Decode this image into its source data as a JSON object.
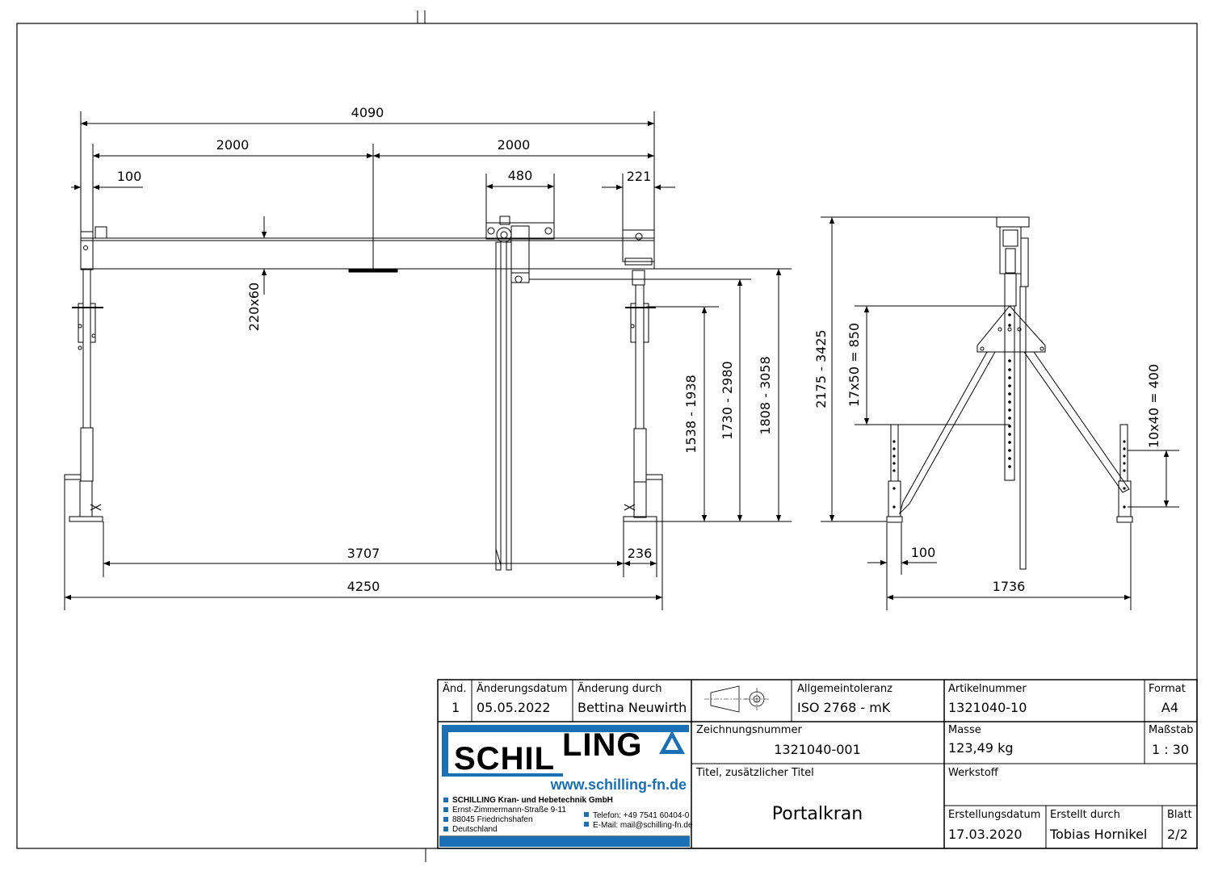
{
  "drawing": {
    "front_view_dims": {
      "total_width_top": "4090",
      "half_left": "2000",
      "half_right": "2000",
      "left_offset": "100",
      "trolley_width": "480",
      "right_end": "221",
      "beam_section": "220x60",
      "range_1": "1538 - 1938",
      "range_2": "1730 - 2980",
      "range_3": "1808 - 3058",
      "inner_width": "3707",
      "foot_width": "236",
      "total_width_bottom": "4250"
    },
    "side_view_dims": {
      "height_range": "2175 - 3425",
      "hole_series_upper": "17x50 = 850",
      "hole_series_lower": "10x40 = 400",
      "foot_offset": "100",
      "base_width": "1736"
    }
  },
  "title_block": {
    "revision_header": "Änd.",
    "revision_value": "1",
    "change_date_header": "Änderungsdatum",
    "change_date_value": "05.05.2022",
    "changed_by_header": "Änderung durch",
    "changed_by_value": "Bettina Neuwirth",
    "tolerance_header": "Allgemeintoleranz",
    "tolerance_value": "ISO 2768 - mK",
    "article_header": "Artikelnummer",
    "article_value": "1321040-10",
    "format_header": "Format",
    "format_value": "A4",
    "drawing_no_header": "Zeichnungsnummer",
    "drawing_no_value": "1321040-001",
    "mass_header": "Masse",
    "mass_value": "123,49 kg",
    "scale_header": "Maßstab",
    "scale_value": "1 : 30",
    "title_header": "Titel, zusätzlicher Titel",
    "title_value": "Portalkran",
    "material_header": "Werkstoff",
    "created_date_header": "Erstellungsdatum",
    "created_date_value": "17.03.2020",
    "created_by_header": "Erstellt durch",
    "created_by_value": "Tobias Hornikel",
    "sheet_header": "Blatt",
    "sheet_value": "2/2"
  },
  "company": {
    "logo_part1": "SCHIL",
    "logo_part2": "LING",
    "website": "www.schilling-fn.de",
    "name": "SCHILLING Kran- und Hebetechnik GmbH",
    "street": "Ernst-Zimmermann-Straße 9-11",
    "city": "88045 Friedrichshafen",
    "country": "Deutschland",
    "phone": "Telefon: +49 7541 60404-0",
    "email": "E-Mail: mail@schilling-fn.de",
    "brand_color": "#1a6fb5"
  }
}
